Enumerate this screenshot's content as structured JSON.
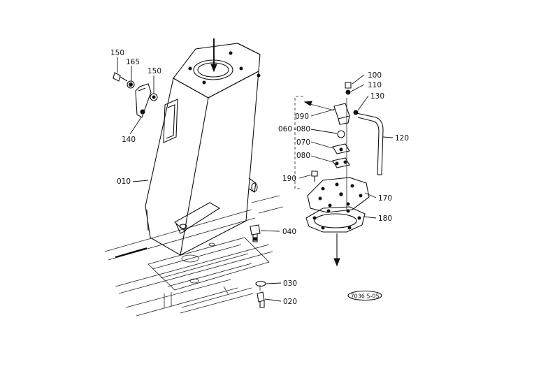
{
  "diagram": {
    "labels": {
      "p150a": "150",
      "p165": "165",
      "p150b": "150",
      "p140": "140",
      "p010": "010",
      "p100": "100",
      "p110": "110",
      "p130": "130",
      "p120": "120",
      "p090": "090",
      "p060": "060",
      "p080a": "080",
      "p070": "070",
      "p080b": "080",
      "p190": "190",
      "p170": "170",
      "p180": "180",
      "p040": "040",
      "p030": "030",
      "p020": "020"
    },
    "ref_code": "7036 5-05"
  }
}
